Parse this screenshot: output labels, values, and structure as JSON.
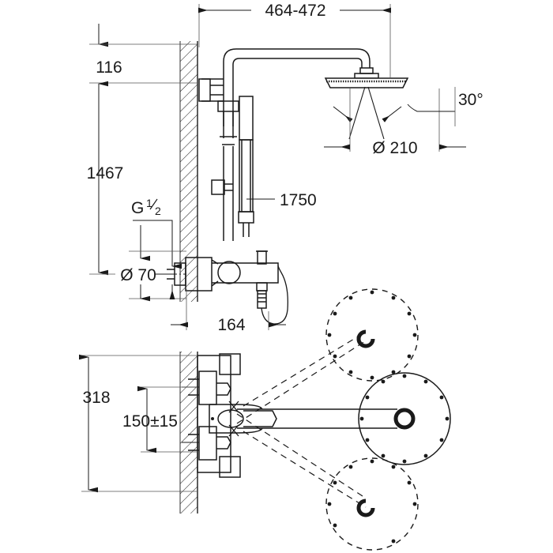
{
  "drawing": {
    "title": "Shower system technical drawing",
    "background_color": "#ffffff",
    "line_color": "#1a1a1a",
    "thin_line_color": "#555555",
    "views": [
      {
        "name": "front-elevation",
        "description": "Front elevation of wall-mounted thermostatic shower column"
      },
      {
        "name": "plan-detail",
        "description": "Plan / section detail of thermostatic mixer at wall"
      },
      {
        "name": "head-swivel-plan",
        "description": "Plan view of head shower swivel range"
      }
    ]
  },
  "dimensions": {
    "overall_projection": "464-472",
    "head_height_offset": "116",
    "riser_height": "1467",
    "inlet_thread": "G ¹/₂",
    "inlet_spacing": "Ø 70",
    "hand_shower_rail": "1750",
    "mixer_projection": "164",
    "head_diameter": "Ø 210",
    "head_tilt_angle": "30°",
    "mixer_width": "318",
    "inlet_centres": "150±15"
  },
  "labels": {
    "top_span": "464-472",
    "left_top": "116",
    "left_riser": "1467",
    "thread": "G",
    "thread_num": "1",
    "thread_den": "2",
    "bore": "Ø 70",
    "rail": "1750",
    "projection": "164",
    "head_dia": "Ø 210",
    "angle": "30°",
    "body_width": "318",
    "inlet_centres": "150±15"
  }
}
